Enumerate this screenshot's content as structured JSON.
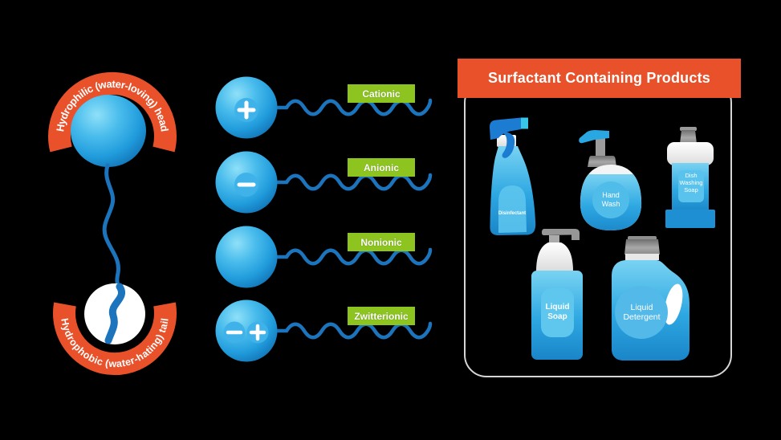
{
  "molecule": {
    "head_label": "Hydrophilic (water-loving) head",
    "tail_label": "Hydrophobic (water-hating) tail"
  },
  "types": [
    {
      "label": "Cationic",
      "charge_symbol": "+"
    },
    {
      "label": "Anionic",
      "charge_symbol": "−"
    },
    {
      "label": "Nonionic",
      "charge_symbol": ""
    },
    {
      "label": "Zwitterionic",
      "charge_symbol": "− +"
    }
  ],
  "panel": {
    "title": "Surfactant Containing Products"
  },
  "products": [
    {
      "name": "Disinfectant"
    },
    {
      "name": "Hand Wash"
    },
    {
      "name": "Dish Washing Soap"
    },
    {
      "name": "Liquid Soap"
    },
    {
      "name": "Liquid Detergent"
    }
  ],
  "colors": {
    "orange": "#E8512A",
    "green": "#8DC41F",
    "sphere_blue": "#29A7E2",
    "tail_blue": "#1B74BC",
    "panel_border": "#D6D6D6"
  }
}
